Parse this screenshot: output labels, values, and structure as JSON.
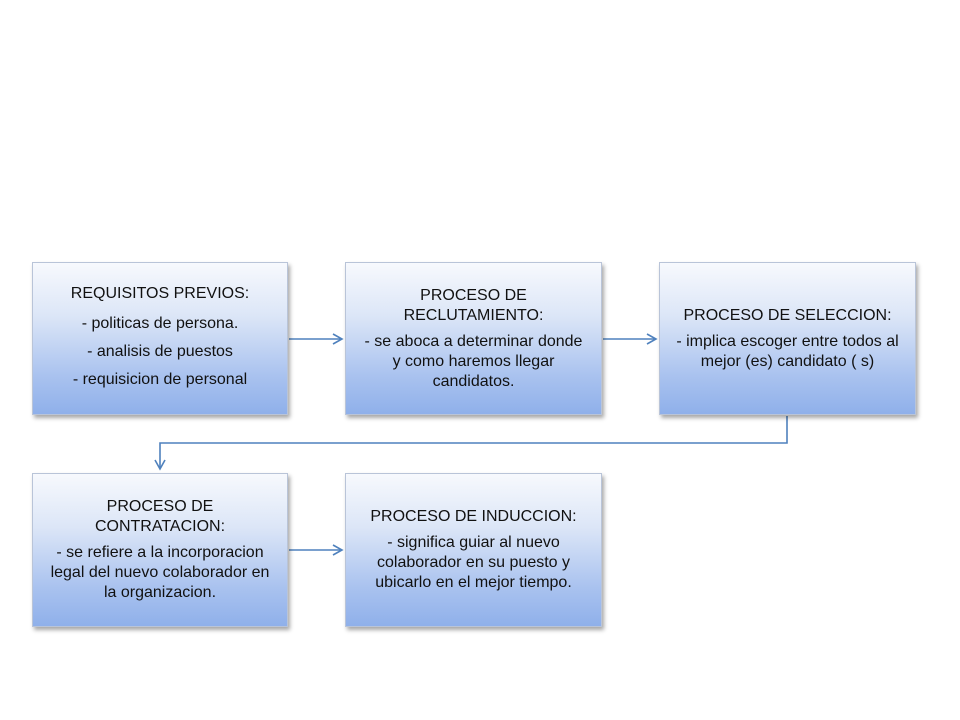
{
  "diagram": {
    "boxes": [
      {
        "title": "REQUISITOS PREVIOS:",
        "items": [
          "- politicas de persona.",
          "- analisis de puestos",
          "- requisicion de personal"
        ]
      },
      {
        "title": "PROCESO DE RECLUTAMIENTO:",
        "lines": [
          "- se aboca a determinar donde",
          "y como haremos llegar",
          "candidatos."
        ]
      },
      {
        "title": "PROCESO DE SELECCION:",
        "lines": [
          "- implica escoger entre todos al",
          "mejor (es) candidato ( s)"
        ]
      },
      {
        "title": "PROCESO DE CONTRATACION:",
        "lines": [
          "- se refiere  a la incorporacion",
          "legal del nuevo colaborador en",
          "la organizacion."
        ]
      },
      {
        "title": "PROCESO DE INDUCCION:",
        "lines": [
          "- significa guiar al nuevo",
          "colaborador en su puesto y",
          "ubicarlo en el mejor tiempo."
        ]
      }
    ],
    "colors": {
      "arrow": "#4f81bd",
      "box_top": "#f7f9fd",
      "box_bottom": "#8fb0ea",
      "box_border": "#b9c4d8"
    }
  }
}
